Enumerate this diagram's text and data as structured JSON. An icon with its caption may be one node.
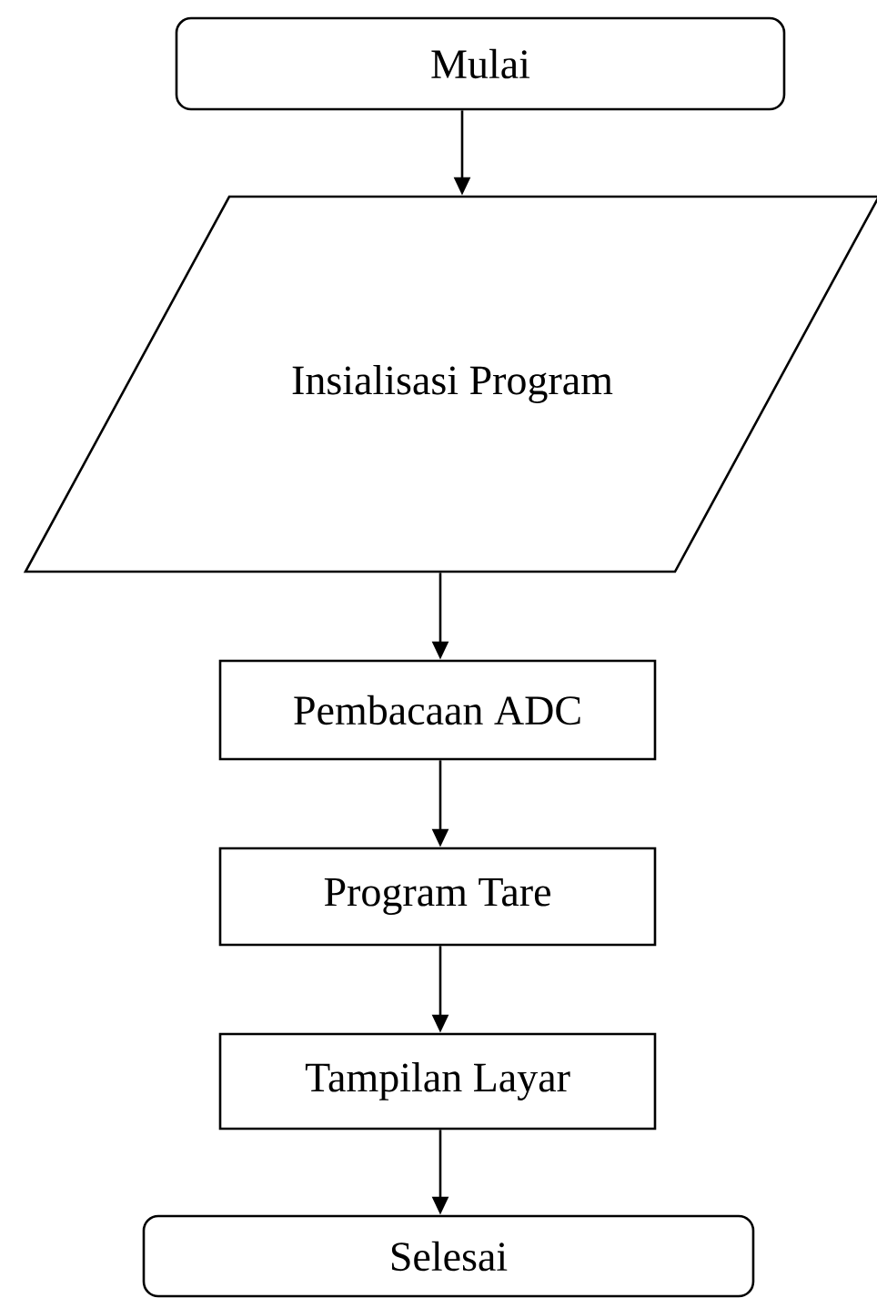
{
  "diagram": {
    "nodes": [
      {
        "text": [
          "Mulai"
        ]
      },
      {
        "text": [
          "Insialisasi Program"
        ]
      },
      {
        "text": [
          "Pembacaan ADC"
        ]
      },
      {
        "text": [
          "Program Tare"
        ]
      },
      {
        "text": [
          "Tampilan Layar"
        ]
      },
      {
        "text": [
          "Selesai"
        ]
      }
    ],
    "edges": [
      {
        "from": 0,
        "to": 1,
        "arrow": "to"
      },
      {
        "from": 1,
        "to": 2,
        "arrow": "to"
      },
      {
        "from": 2,
        "to": 3,
        "arrow": "to"
      },
      {
        "from": 3,
        "to": 4,
        "arrow": "to"
      },
      {
        "from": 4,
        "to": 5,
        "arrow": "to"
      }
    ]
  }
}
